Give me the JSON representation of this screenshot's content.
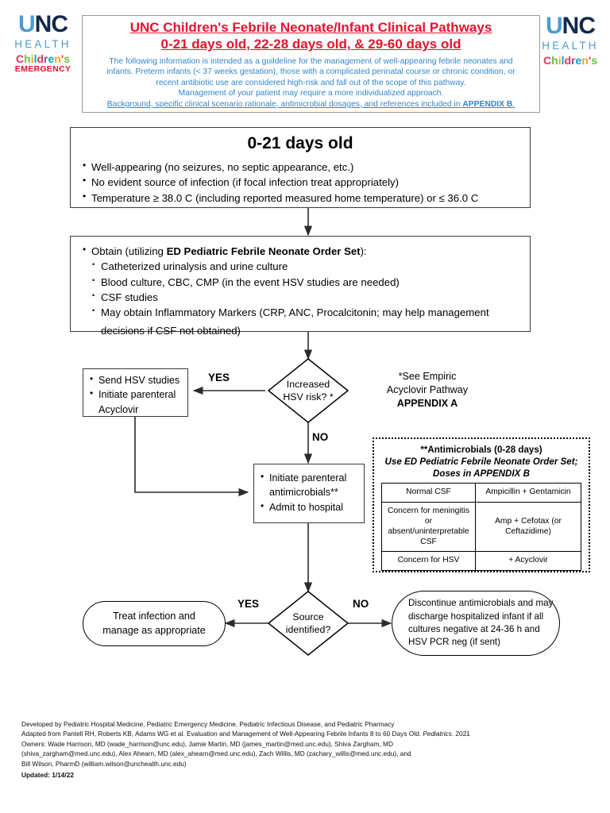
{
  "logos": {
    "left": {
      "unc_u": "U",
      "unc_n": "N",
      "unc_c": "C",
      "health": "HEALTH",
      "childrens": "Children's",
      "emergency": "EMERGENCY"
    },
    "right": {
      "unc_u": "U",
      "unc_n": "N",
      "unc_c": "C",
      "health": "HEALTH",
      "childrens": "Children's"
    }
  },
  "header": {
    "title_line1": "UNC Children's Febrile Neonate/Infant Clinical Pathways",
    "title_line2": "0-21 days old, 22-28 days old, & 29-60 days old",
    "body_line1": "The following information is intended as a guildeline for the management of well-appearing febrile neonates and",
    "body_line2": "infants. Preterm infants (< 37 weeks gestation), those with a complicated perinatal course or chronic condition, or",
    "body_line3": "recent antibiotic use are considered high-risk and fall out of the scope of this pathway.",
    "body_line4": "Management of your patient may require a more individualized approach.",
    "body_line5_pre": "Background, specific clinical scenario rationale, antimicrobial dosages, and references included in ",
    "body_line5_appendix": "APPENDIX B",
    "body_line5_post": "."
  },
  "criteria_box": {
    "title": "0-21 days old",
    "bullets": [
      "Well-appearing (no seizures, no septic appearance, etc.)",
      "No evident source of infection (if focal infection treat appropriately)",
      "Temperature ≥ 38.0 C (including reported measured home temperature) or ≤ 36.0 C"
    ]
  },
  "obtain_box": {
    "lead_pre": "Obtain (utilizing ",
    "lead_bold": "ED Pediatric Febrile Neonate Order Set",
    "lead_post": "):",
    "sub_bullets": [
      "Catheterized urinalysis and urine culture",
      "Blood culture, CBC, CMP (in the event HSV studies are needed)",
      "CSF studies",
      "May obtain Inflammatory Markers (CRP, ANC, Procalcitonin; may help management"
    ],
    "sub_bullet_4_cont": "decisions if CSF not obtained)"
  },
  "hsv_decision": {
    "line1": "Increased",
    "line2": "HSV risk? *",
    "yes_label": "YES",
    "no_label": "NO"
  },
  "hsv_action_box": {
    "bullets": [
      "Send HSV studies",
      "Initiate parenteral"
    ],
    "bullet_2_cont": "Acyclovir"
  },
  "acyclovir_note": {
    "line1": "*See Empiric",
    "line2": "Acyclovir Pathway",
    "line3": "APPENDIX A"
  },
  "admit_box": {
    "bullets": [
      "Initiate parenteral",
      "Admit to hospital"
    ],
    "bullet_1_cont": "antimicrobials**"
  },
  "antimicrobials": {
    "title": "**Antimicrobials (0-28 days)",
    "subtitle_line1": "Use ED Pediatric Febrile Neonate Order Set;",
    "subtitle_line2": "Doses in APPENDIX B",
    "rows": [
      {
        "condition": "Normal CSF",
        "treatment": "Ampicillin + Gentamicin"
      },
      {
        "condition_lines": [
          "Concern for meningitis",
          "or",
          "absent/uninterpretable",
          "CSF"
        ],
        "treatment": "Amp + Cefotax (or Ceftazidime)"
      },
      {
        "condition": "Concern for HSV",
        "treatment": "+ Acyclovir"
      }
    ]
  },
  "source_decision": {
    "line1": "Source",
    "line2": "identified?",
    "yes_label": "YES",
    "no_label": "NO"
  },
  "treat_box": {
    "line1": "Treat infection and",
    "line2": "manage as appropriate"
  },
  "discontinue_box": {
    "line1": "Discontinue antimicrobials and may",
    "line2": "discharge hospitalized infant if all",
    "line3": "cultures negative at 24-36 h and",
    "line4": "HSV PCR neg (if sent)"
  },
  "footer": {
    "line1": "Developed by Pediatric Hospital Medicine, Pediatric Emergency Medicine, Pediatric Infectious Disease, and Pediatric Pharmacy",
    "line2_pre": "Adapted from Pantell RH, Roberts KB, Adams WG et al. Evaluation and Management of Well-Appearing Febrile Infants 8 to 60 Days Old. ",
    "line2_italic": "Pediatrics",
    "line2_post": ". 2021",
    "line3": "Owners: Wade Harrison, MD (wade_harrison@unc.edu), Jamie Martin, MD (james_martin@med.unc.edu), Shiva Zargham, MD",
    "line4": "(shiva_zargham@med.unc.edu), Alex Ahearn, MD (alex_ahearn@med.unc.edu), Zach Willis, MD (zachary_willis@med.unc.edu), and",
    "line5": "Bill Wilson, PharmD (william.wilson@unchealth.unc.edu)",
    "updated": "Updated: 1/14/22"
  },
  "colors": {
    "title_red": "#E8112D",
    "body_blue": "#2E86D1",
    "unc_blue": "#4B9CD3",
    "unc_navy": "#13294B"
  }
}
